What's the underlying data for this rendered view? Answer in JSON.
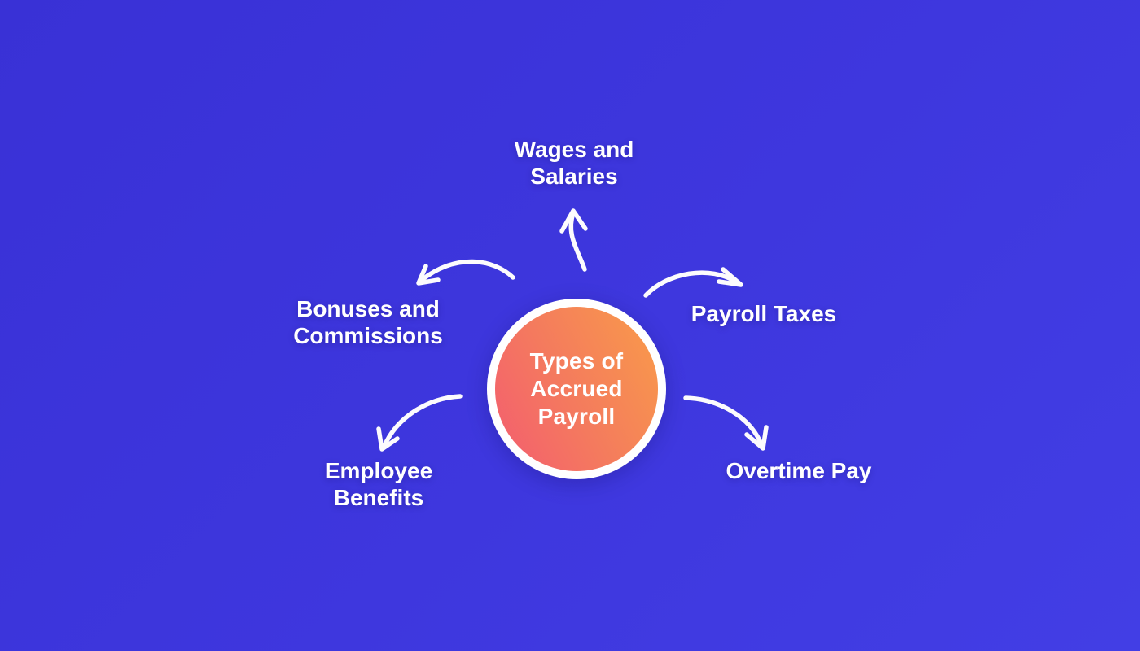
{
  "diagram": {
    "type": "radial-mindmap",
    "center": {
      "title": "Types of Accrued Payroll"
    },
    "nodes": [
      {
        "id": "wages-salaries",
        "label": "Wages and Salaries",
        "position": "top"
      },
      {
        "id": "payroll-taxes",
        "label": "Payroll Taxes",
        "position": "top-right"
      },
      {
        "id": "overtime-pay",
        "label": "Overtime Pay",
        "position": "bottom-right"
      },
      {
        "id": "employee-benefits",
        "label": "Employee Benefits",
        "position": "bottom-left"
      },
      {
        "id": "bonuses-commissions",
        "label": "Bonuses and Commissions",
        "position": "top-left"
      }
    ],
    "colors": {
      "background_start": "#3931D6",
      "background_end": "#423EE5",
      "circle_gradient_start": "#F35C70",
      "circle_gradient_end": "#F99C49",
      "circle_ring": "#FFFFFF",
      "arrow": "#FCFBFD",
      "text": "#FFFFFF"
    }
  }
}
